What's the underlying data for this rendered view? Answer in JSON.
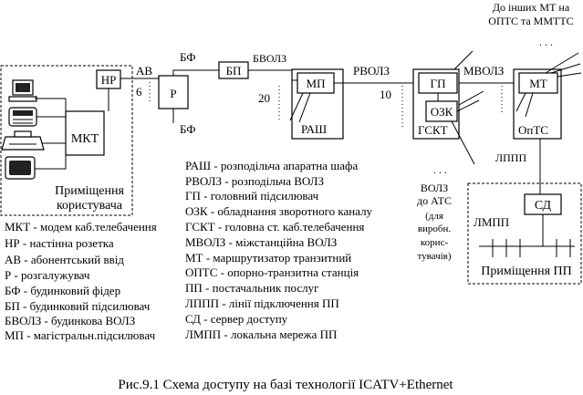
{
  "labels": {
    "top_note_1": "До інших МТ на",
    "top_note_2": "ОПТС та ММТТС",
    "bf_top": "БФ",
    "bvolz": "БВОЛЗ",
    "bp": "БП",
    "mp": "МП",
    "rash": "РАШ",
    "rvolz": "РВОЛЗ",
    "gp": "ГП",
    "ozk": "ОЗК",
    "gskt": "ГСКТ",
    "mvolz": "МВОЛЗ",
    "mt": "МТ",
    "opts": "ОпТС",
    "nr": "НР",
    "av": "АВ",
    "num_6": "6",
    "r": "Р",
    "bf_bottom": "БФ",
    "num_20": "20",
    "num_10": "10",
    "mkt": "МКТ",
    "user_room_1": "Приміщення",
    "user_room_2": "користувача",
    "volz_1": "ВОЛЗ",
    "volz_2": "до АТС",
    "volz_3": "(для",
    "volz_4": "виробн.",
    "volz_5": "корис-",
    "volz_6": "тувачів)",
    "lppp": "ЛППП",
    "sd": "СД",
    "lmpp": "ЛМПП",
    "pp_room": "Приміщення ПП",
    "ellipsis_top": ". . .",
    "ellipsis_mid": ". . ."
  },
  "legend_left": [
    "МКТ - модем каб.телебачення",
    "НР - настінна розетка",
    "АВ - абонентський ввід",
    "Р - розгалужувач",
    "БФ - будинковий фідер",
    "БП - будинковий підсилювач",
    "БВОЛЗ - будинкова ВОЛЗ",
    "МП - магістральн.підсилювач"
  ],
  "legend_mid": [
    "РАШ - розподільча апаратна шафа",
    "РВОЛЗ - розподільча ВОЛЗ",
    "ГП - головний підсилювач",
    "ОЗК - обладнання зворотного каналу",
    "ГСКТ - головна ст. каб.телебачення",
    "МВОЛЗ -  міжстанційна ВОЛЗ",
    "МТ - маршрутизатор транзитний",
    "ОПТС - опорно-транзитна станція",
    "ПП - постачальник послуг",
    "ЛППП - лінії підключення ПП",
    "СД - сервер доступу",
    "ЛМПП - локальна  мережа ПП"
  ],
  "caption": "Рис.9.1 Схема доступу на базі технології ICATV+Ethernet"
}
